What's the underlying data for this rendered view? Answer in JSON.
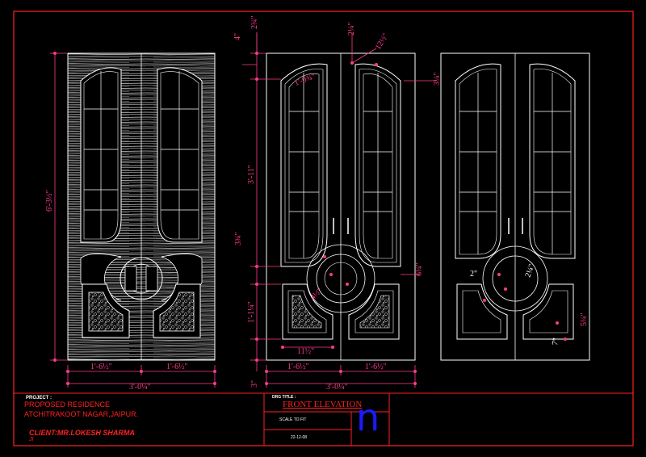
{
  "drawing": {
    "dims": {
      "height_left": "6'-3½\"",
      "width_leaf_left_a": "1'-6½\"",
      "width_leaf_left_b": "1'-6½\"",
      "width_total_left": "3'-0¼\"",
      "width_leaf_mid_a": "1'-6½\"",
      "width_leaf_mid_b": "1'-6½\"",
      "width_total_mid": "3'-0¼\"",
      "top_4": "4\"",
      "top_2_3_4": "2¾\"",
      "top_2_1_4": "2¼\"",
      "arch_radius": "12½\"",
      "arch_offset": "1'-0¾\"",
      "arch_side": "3¼\"",
      "glass_height": "3'-11\"",
      "rail_3_3_4": "3¾\"",
      "center_6_1_4": "6¼\"",
      "bottom_panel_h": "1'-1¼\"",
      "bottom_panel_w": "11½\"",
      "bottom_3": "3\"",
      "bottom_4_1_2": "4½\"",
      "right_2": "2\"",
      "right_2_1_4": "2¼\"",
      "right_5_1_4": "5¼\"",
      "right_7": "7\""
    }
  },
  "title_block": {
    "project_label": "PROJECT :",
    "project_name": "PROPOSED RESIDENCE",
    "project_address": "ATCHITRAKOOT NAGAR,JAIPUR.",
    "client": "CLIENT:MR.LOKESH SHARMA",
    "client_suffix": "JI",
    "dwg_title_label": "DRG TITLE :",
    "dwg_title": "FRONT ELEVATION",
    "scale": "SCALE TO FIT",
    "date": "22-12-08",
    "logo_letter": "n",
    "colors": {
      "accent_red": "#ff2020",
      "dim_pink": "#ff3a8c",
      "logo_blue": "#1a1aff"
    }
  }
}
